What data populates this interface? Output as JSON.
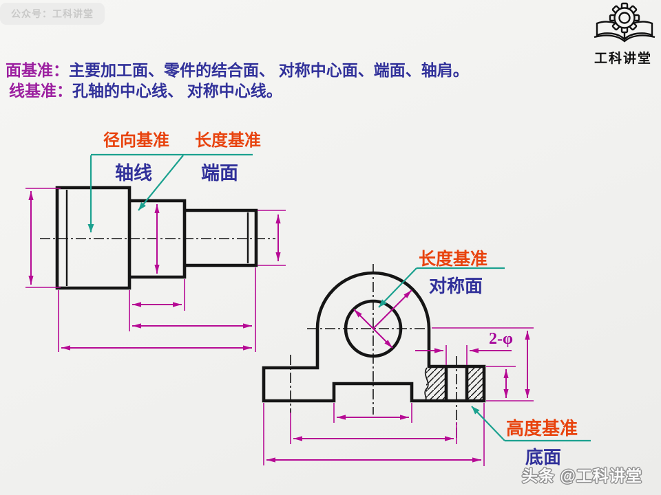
{
  "colors": {
    "accent_red": "#e8430e",
    "accent_blue": "#31319a",
    "label_purple": "#9c20a0",
    "dimension_magenta": "#b60a94",
    "leader_teal": "#1ba18f",
    "drawing_black": "#151515"
  },
  "banner": {
    "text": "公众号：工科讲堂"
  },
  "logo": {
    "title": "工科讲堂"
  },
  "intro": {
    "line1": {
      "label": "面基准：",
      "text": "主要加工面、零件的结合面、 对称中心面、端面、轴肩。"
    },
    "line2": {
      "label": "线基准：",
      "text": "孔轴的中心线、 对称中心线。"
    }
  },
  "shaft_figure": {
    "datum_radial": "径向基准",
    "datum_length": "长度基准",
    "axis_label": "轴线",
    "endface_label": "端面"
  },
  "bracket_figure": {
    "datum_length": "长度基准",
    "symmetry_label": "对称面",
    "holes_label": "2-φ",
    "datum_height": "高度基准",
    "bottom_label": "底面"
  },
  "watermark": {
    "text": "头条 @工科讲堂"
  }
}
